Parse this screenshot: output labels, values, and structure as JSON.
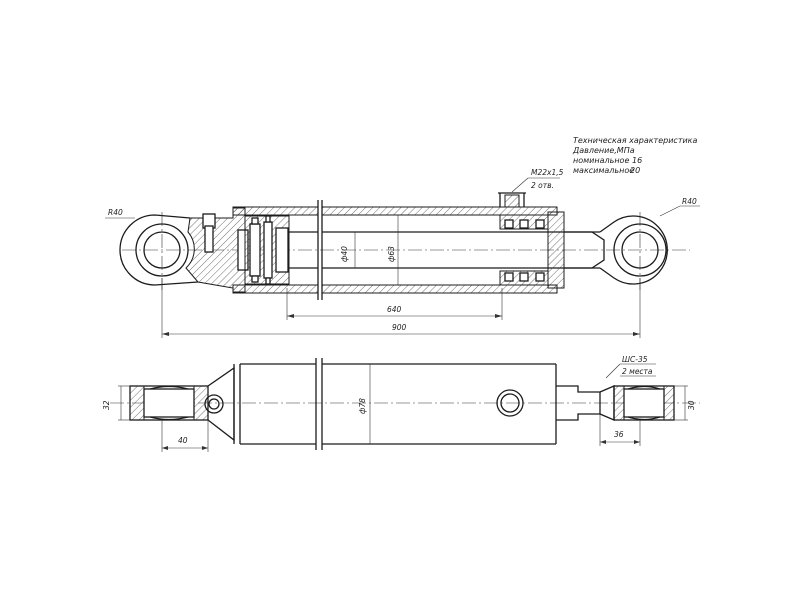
{
  "spec": {
    "title": "Техническая характеристика",
    "pressure_label": "Давление,МПа",
    "nominal_label": "номинальное",
    "nominal_value": "16",
    "max_label": "максимальное",
    "max_value": "20"
  },
  "thread": {
    "size": "M22x1,5",
    "count": "2 отв."
  },
  "radius_left": "R40",
  "radius_right": "R40",
  "rod_dia": "ф40",
  "bore_dia": "ф63",
  "outer_dia": "ф78",
  "stroke_len": "640",
  "total_len": "900",
  "bearing": {
    "spec": "ШС-35",
    "places": "2 места"
  },
  "eye_width_left": "32",
  "eye_width_right": "30",
  "eye_off_left": "40",
  "eye_off_right": "36"
}
